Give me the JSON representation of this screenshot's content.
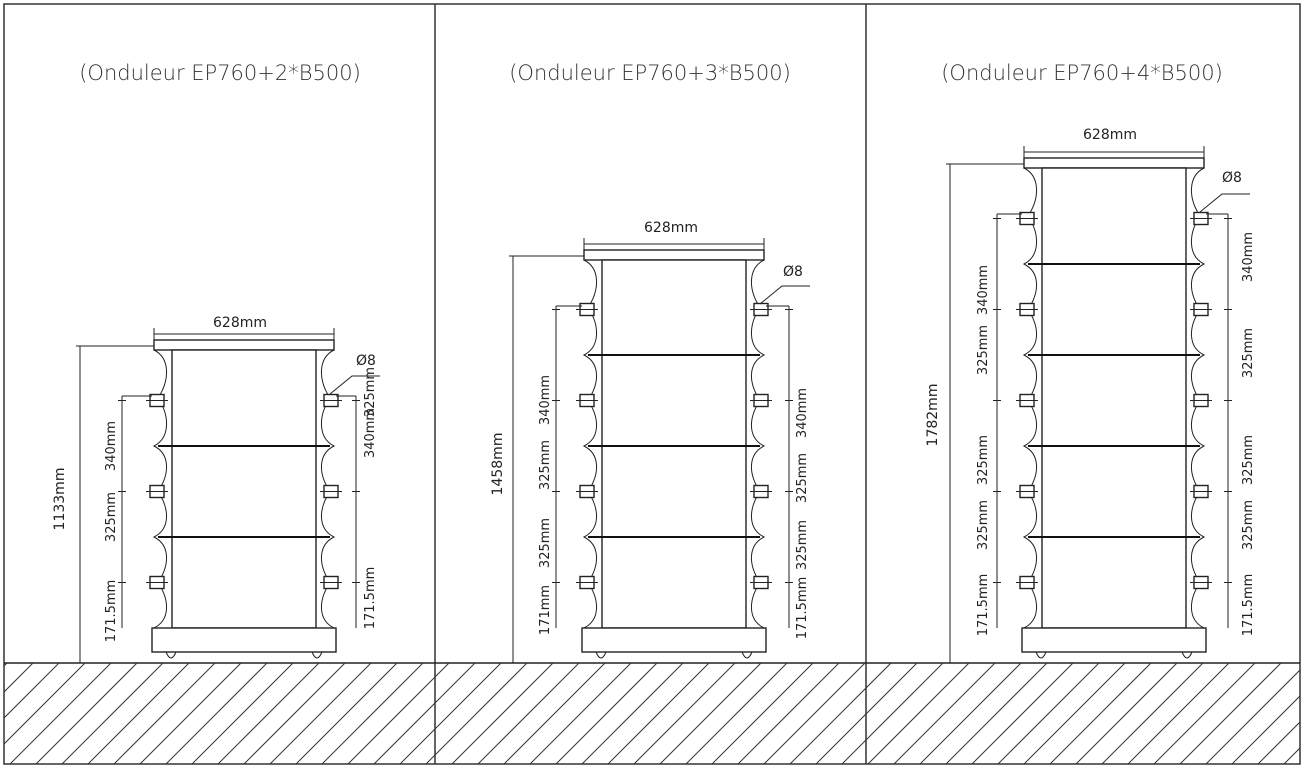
{
  "panels": [
    {
      "title": "(Onduleur EP760+2*B500)",
      "modules": 2,
      "width_label": "628mm",
      "height_label": "1133mm",
      "bolt_label": "Ø8",
      "left_dims": [
        "340mm",
        "325mm",
        "171.5mm"
      ],
      "right_dims": [
        "325mm",
        "340mm",
        "171.5mm"
      ]
    },
    {
      "title": "(Onduleur EP760+3*B500)",
      "modules": 3,
      "width_label": "628mm",
      "height_label": "1458mm",
      "bolt_label": "Ø8",
      "left_dims": [
        "340mm",
        "325mm",
        "325mm",
        "171mm"
      ],
      "right_dims": [
        "340mm",
        "325mm",
        "325mm",
        "171.5mm"
      ]
    },
    {
      "title": "(Onduleur EP760+4*B500)",
      "modules": 4,
      "width_label": "628mm",
      "height_label": "1782mm",
      "bolt_label": "Ø8",
      "left_dims": [
        "340mm",
        "325mm",
        "325mm",
        "325mm",
        "171.5mm"
      ],
      "right_dims": [
        "340mm",
        "325mm",
        "325mm",
        "325mm",
        "171.5mm"
      ]
    }
  ]
}
